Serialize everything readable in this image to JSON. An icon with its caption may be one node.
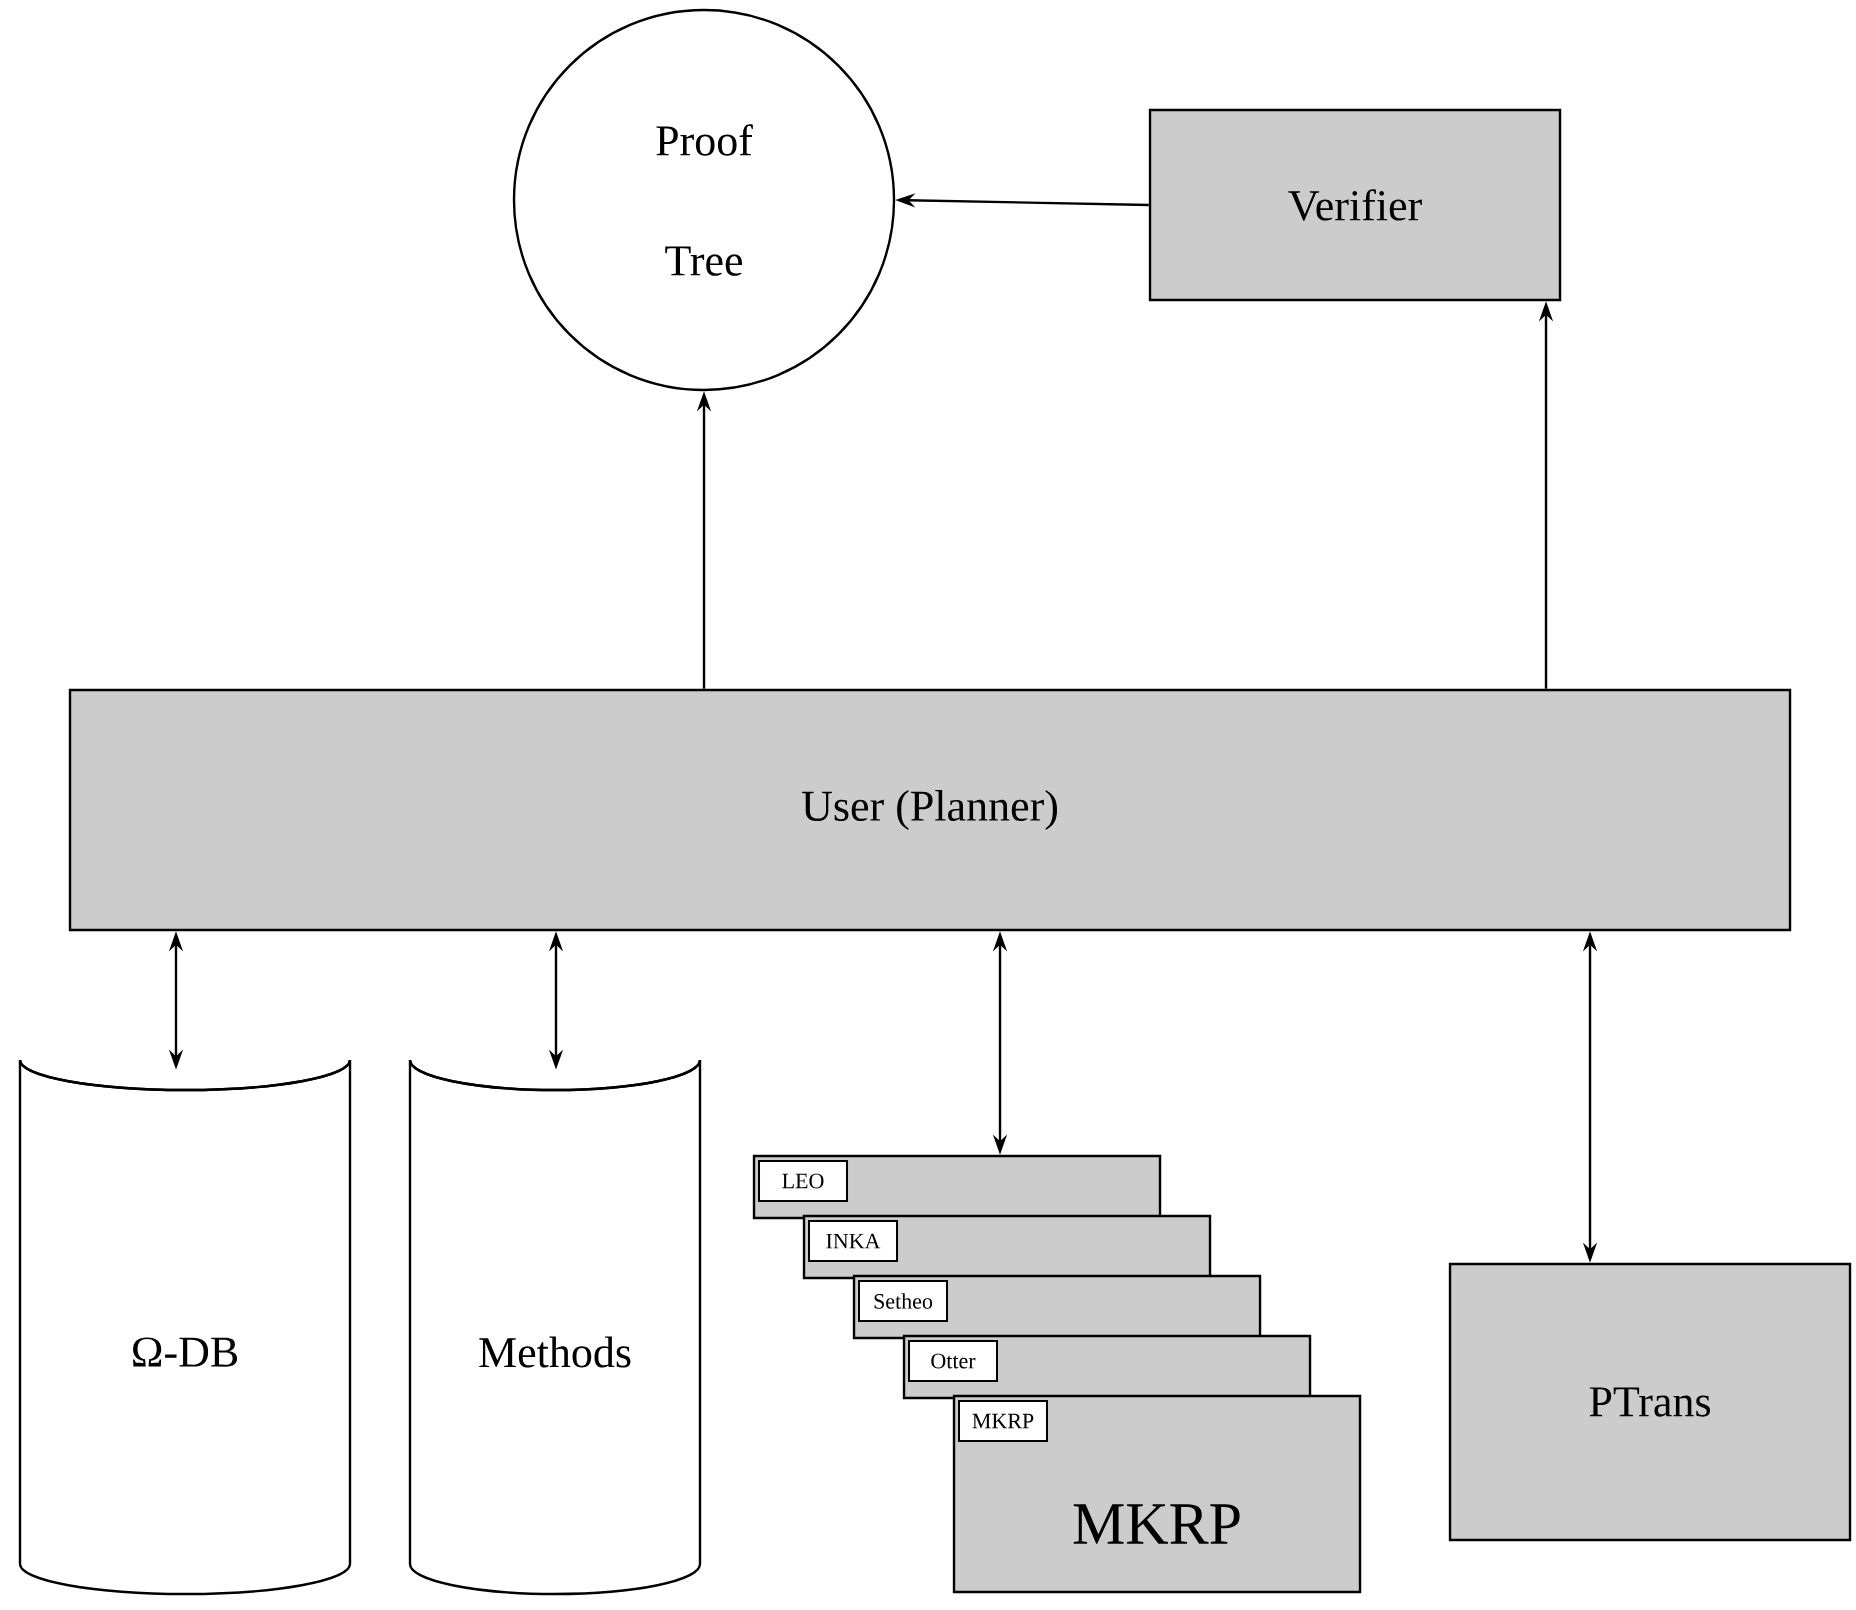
{
  "diagram": {
    "nodes": [
      {
        "text": [
          "Proof Tree"
        ]
      },
      {
        "text": [
          "Verifier"
        ]
      },
      {
        "text": [
          "User (Planner)"
        ]
      },
      {
        "text": [
          "Ω-DB"
        ]
      },
      {
        "text": [
          "Methods"
        ]
      },
      {
        "text": [
          "LEO"
        ]
      },
      {
        "text": [
          "INKA"
        ]
      },
      {
        "text": [
          "Setheo"
        ]
      },
      {
        "text": [
          "Otter"
        ]
      },
      {
        "text": [
          "MKRP",
          "MKRP"
        ]
      },
      {
        "text": [
          "PTrans"
        ]
      }
    ],
    "edges": [
      {
        "from": 1,
        "to": 0,
        "arrow": "to"
      },
      {
        "from": 2,
        "to": 0,
        "arrow": "to"
      },
      {
        "from": 2,
        "to": 1,
        "arrow": "to"
      },
      {
        "from": 2,
        "to": 3,
        "arrow": "both"
      },
      {
        "from": 2,
        "to": 4,
        "arrow": "both"
      },
      {
        "from": 2,
        "to": 5,
        "arrow": "both"
      },
      {
        "from": 2,
        "to": 10,
        "arrow": "both"
      }
    ]
  }
}
